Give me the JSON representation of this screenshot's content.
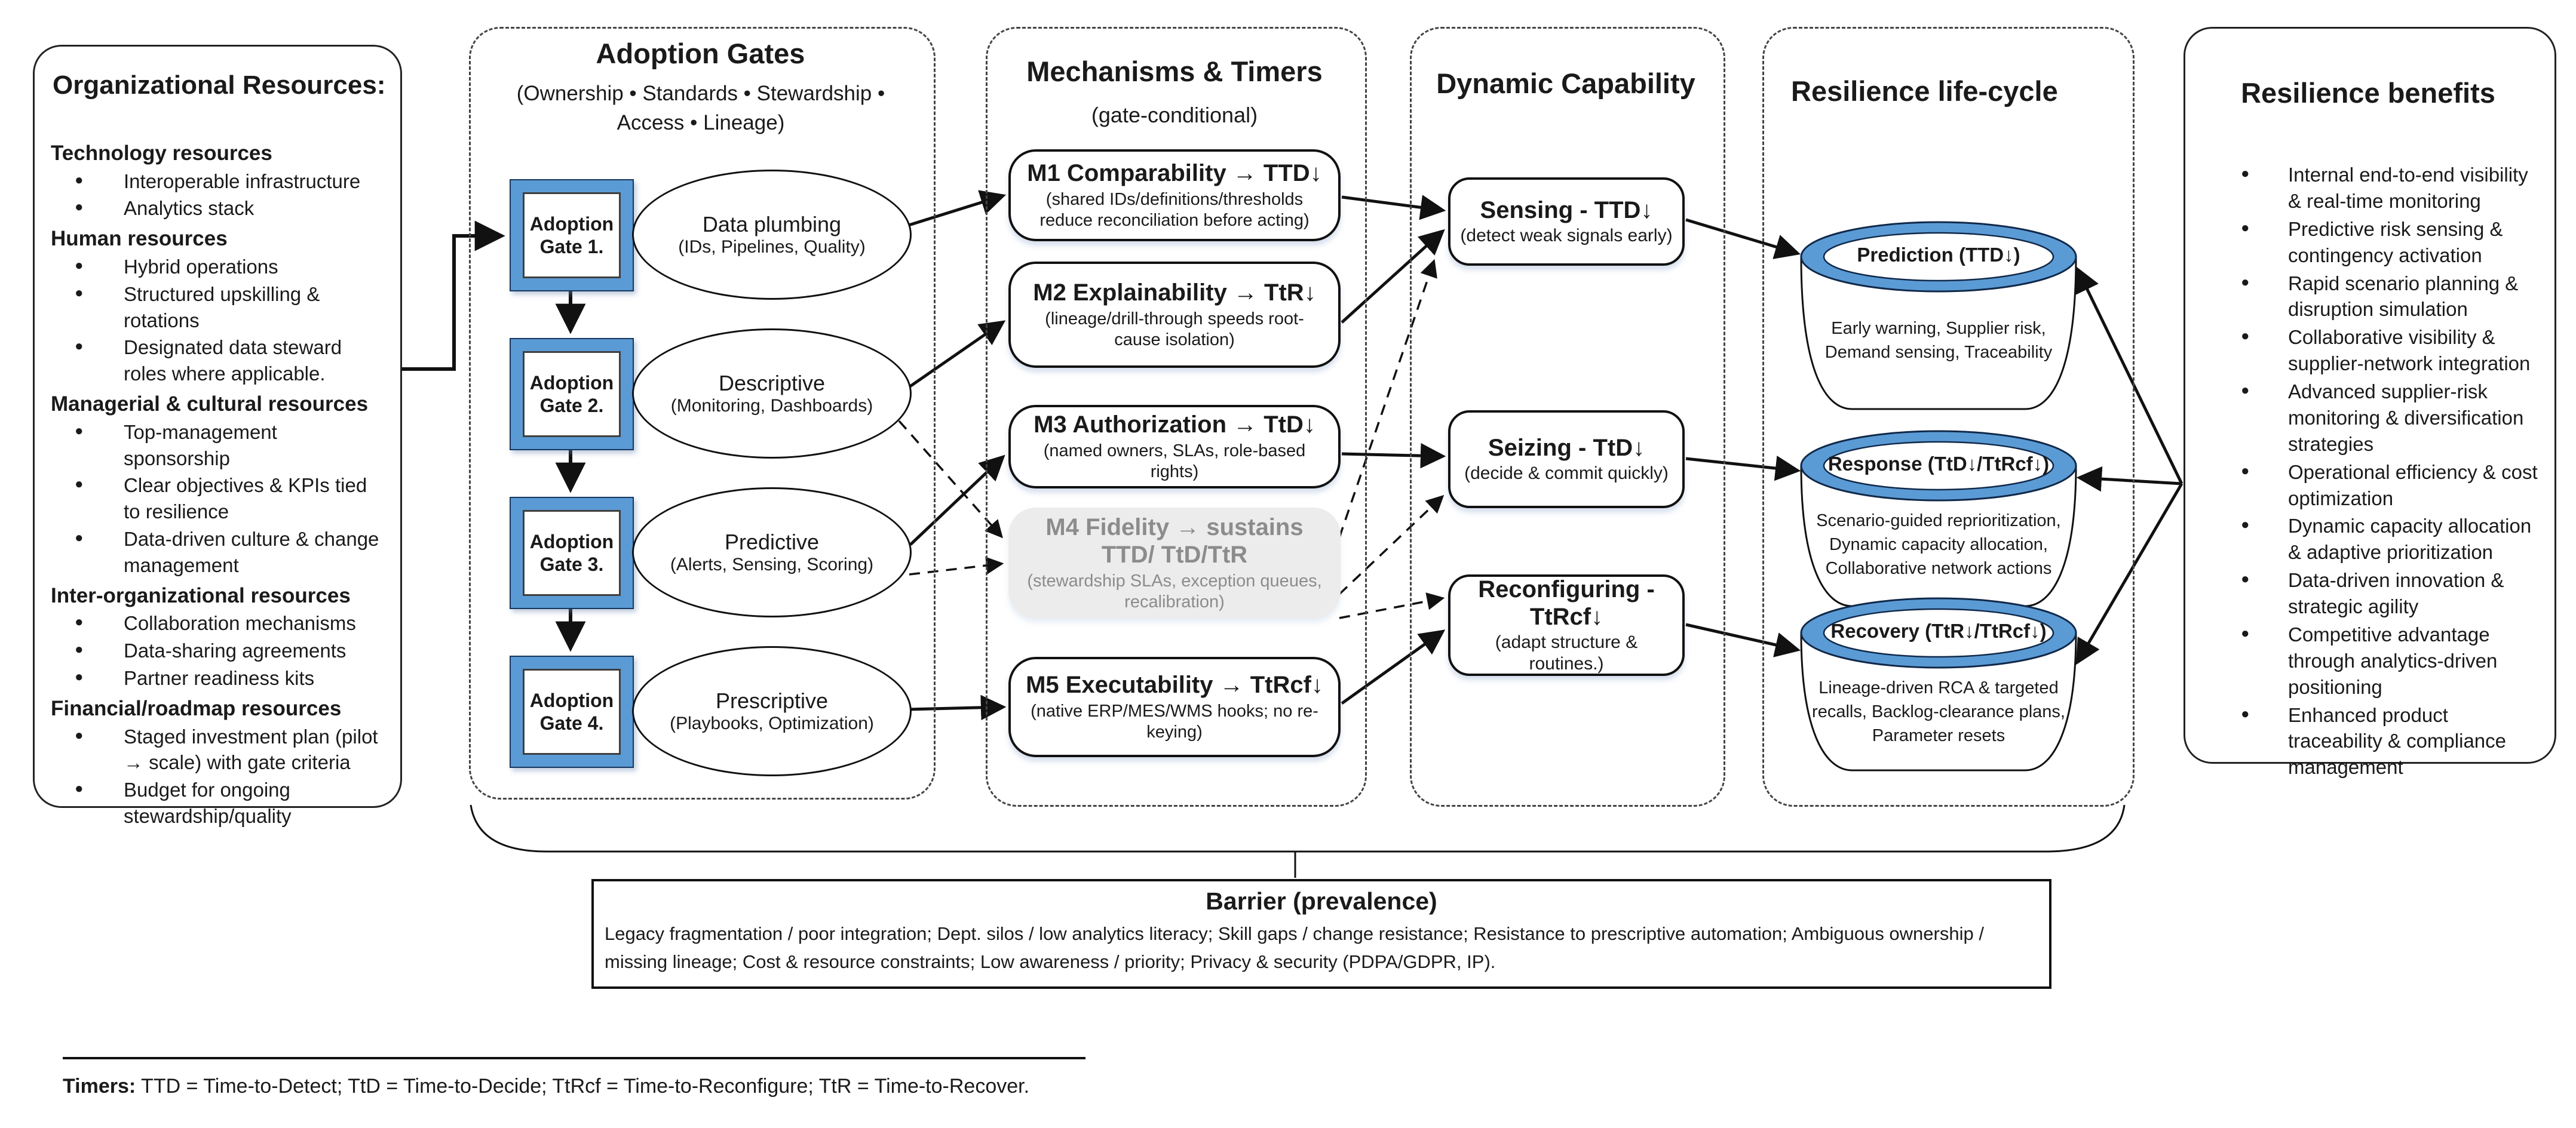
{
  "org_resources": {
    "title": "Organizational Resources:",
    "groups": [
      {
        "heading": "Technology resources",
        "items": [
          "Interoperable infrastructure",
          "Analytics stack"
        ]
      },
      {
        "heading": "Human resources",
        "items": [
          "Hybrid operations",
          "Structured upskilling & rotations",
          "Designated data steward roles where applicable."
        ]
      },
      {
        "heading": "Managerial & cultural resources",
        "items": [
          "Top-management sponsorship",
          "Clear objectives & KPIs tied to resilience",
          "Data-driven culture & change management"
        ]
      },
      {
        "heading": "Inter-organizational resources",
        "items": [
          "Collaboration mechanisms",
          "Data-sharing agreements",
          "Partner readiness kits"
        ]
      },
      {
        "heading": "Financial/roadmap resources",
        "items": [
          "Staged investment plan (pilot → scale) with gate criteria",
          "Budget for ongoing stewardship/quality"
        ]
      }
    ]
  },
  "adoption_gates": {
    "title": "Adoption Gates",
    "subtitle": "(Ownership • Standards • Stewardship • Access • Lineage)",
    "gates": [
      {
        "label": "Adoption Gate 1.",
        "ellipse_title": "Data plumbing",
        "ellipse_sub": "(IDs, Pipelines, Quality)"
      },
      {
        "label": "Adoption Gate 2.",
        "ellipse_title": "Descriptive",
        "ellipse_sub": "(Monitoring, Dashboards)"
      },
      {
        "label": "Adoption Gate 3.",
        "ellipse_title": "Predictive",
        "ellipse_sub": "(Alerts, Sensing, Scoring)"
      },
      {
        "label": "Adoption Gate 4.",
        "ellipse_title": "Prescriptive",
        "ellipse_sub": "(Playbooks, Optimization)"
      }
    ]
  },
  "mechanisms": {
    "title": "Mechanisms & Timers",
    "subtitle": "(gate-conditional)",
    "items": [
      {
        "title": "M1 Comparability → TTD↓",
        "sub": "(shared IDs/definitions/thresholds reduce reconciliation before acting)"
      },
      {
        "title": "M2 Explainability → TtR↓",
        "sub": "(lineage/drill-through speeds root-cause isolation)"
      },
      {
        "title": "M3 Authorization → TtD↓",
        "sub": "(named owners, SLAs, role-based rights)"
      },
      {
        "title": "M4 Fidelity → sustains TTD/ TtD/TtR",
        "sub": "(stewardship SLAs, exception queues, recalibration)"
      },
      {
        "title": "M5 Executability → TtRcf↓",
        "sub": "(native ERP/MES/WMS hooks; no re-keying)"
      }
    ]
  },
  "dynamic_capability": {
    "title": "Dynamic Capability",
    "items": [
      {
        "title": "Sensing - TTD↓",
        "sub": "(detect weak signals early)"
      },
      {
        "title": "Seizing - TtD↓",
        "sub": "(decide & commit quickly)"
      },
      {
        "title": "Reconfiguring - TtRcf↓",
        "sub": "(adapt structure & routines.)"
      }
    ]
  },
  "lifecycle": {
    "title": "Resilience life-cycle",
    "items": [
      {
        "title": "Prediction (TTD↓)",
        "body": "Early warning, Supplier risk, Demand sensing, Traceability"
      },
      {
        "title": "Response (TtD↓/TtRcf↓)",
        "body": "Scenario-guided reprioritization, Dynamic capacity allocation, Collaborative network actions"
      },
      {
        "title": "Recovery (TtR↓/TtRcf↓)",
        "body": "Lineage-driven RCA & targeted recalls, Backlog-clearance plans, Parameter resets"
      }
    ]
  },
  "benefits": {
    "title": "Resilience benefits",
    "items": [
      "Internal end-to-end visibility & real-time monitoring",
      "Predictive risk sensing & contingency activation",
      "Rapid scenario planning & disruption simulation",
      "Collaborative visibility & supplier-network integration",
      "Advanced supplier-risk monitoring & diversification strategies",
      "Operational efficiency & cost optimization",
      "Dynamic capacity allocation & adaptive prioritization",
      "Data-driven innovation & strategic agility",
      "Competitive advantage through analytics-driven positioning",
      "Enhanced product traceability & compliance management"
    ]
  },
  "barrier": {
    "title": "Barrier (prevalence)",
    "body": "Legacy fragmentation / poor integration; Dept. silos / low analytics literacy; Skill gaps / change resistance; Resistance to prescriptive automation; Ambiguous ownership / missing lineage; Cost & resource constraints; Low awareness / priority; Privacy & security (PDPA/GDPR, IP)."
  },
  "footnote": {
    "bold": "Timers:",
    "text": " TTD = Time-to-Detect; TtD = Time-to-Decide; TtRcf = Time-to-Reconfigure; TtR = Time-to-Recover."
  },
  "colors": {
    "gate_blue": "#5B9BD5",
    "gate_border": "#17375E",
    "muted_bg": "#ECECEC",
    "muted_text": "#8C8C8C"
  }
}
